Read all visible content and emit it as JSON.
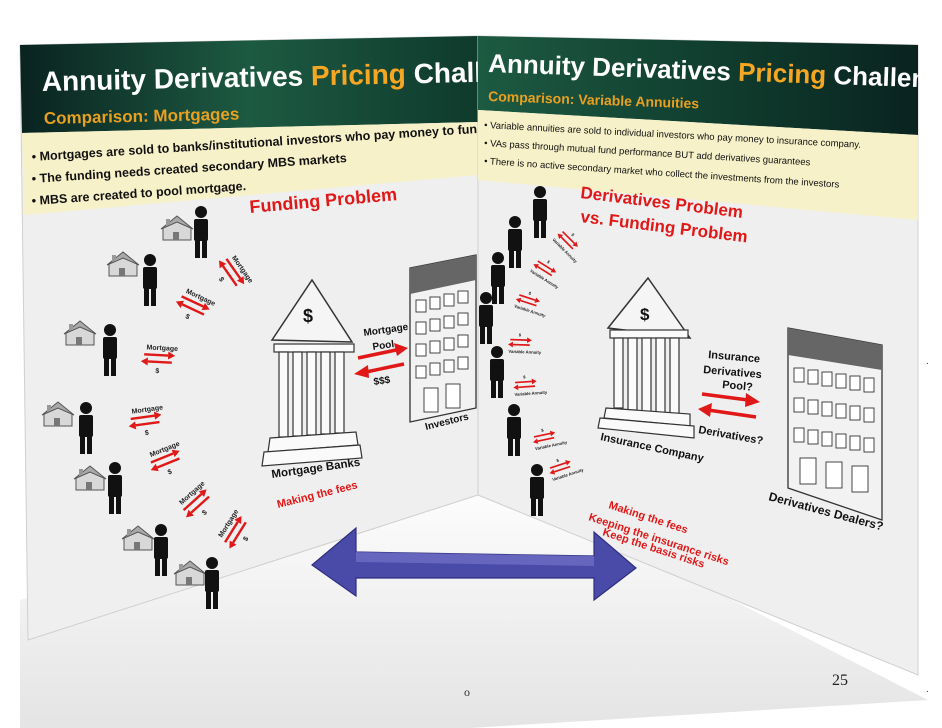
{
  "colors": {
    "header_dark": "#0b2a24",
    "header_mid": "#1f5a44",
    "title_white": "#ffffff",
    "title_orange": "#f5a623",
    "subtitle_orange": "#e8a020",
    "bullet_bg": "#f6f1c8",
    "panel_bg": "#efefef",
    "accent_red": "#e01818",
    "arrow_blue": "#4a4aa8"
  },
  "left": {
    "title_a": "Annuity Derivatives ",
    "title_b": "Pricing",
    "title_c": " Challenges",
    "subtitle": "Comparison: Mortgages",
    "bullets": [
      "Mortgages are sold to banks/institutional investors who pay money to fund houses.",
      "The funding needs created secondary MBS markets",
      "MBS are created to pool mortgage."
    ],
    "problem": "Funding Problem",
    "arrow_top": "Mortgage",
    "arrow_bottom": "$",
    "pool_label_1": "Mortgage",
    "pool_label_2": "Pool",
    "money_label": "$$$",
    "bank_dollar": "$",
    "bank_label": "Mortgage Banks",
    "investors_label": "Investors",
    "fees": "Making the fees"
  },
  "right": {
    "title_a": "Annuity Derivatives ",
    "title_b": "Pricing",
    "title_c": " Challenges",
    "subtitle": "Comparison: Variable Annuities",
    "bullets": [
      "Variable annuities are sold to individual investors who pay money to insurance company.",
      "VAs pass through mutual fund performance BUT add derivatives guarantees",
      "There is no active secondary market who collect the investments from the investors"
    ],
    "problem_1": "Derivatives Problem",
    "problem_2": "vs. Funding Problem",
    "arrow_top": "$",
    "arrow_bottom": "Variable Annuity",
    "bank_dollar": "$",
    "company_label": "Insurance Company",
    "pool_1": "Insurance",
    "pool_2": "Derivatives",
    "pool_3": "Pool?",
    "deriv_label": "Derivatives?",
    "dealers_label": "Derivatives Dealers?",
    "fees_1": "Making the fees",
    "fees_2": "Keeping the insurance risks",
    "fees_3": "Keep the basis risks"
  },
  "page_number": "25",
  "circle_mark": "o"
}
